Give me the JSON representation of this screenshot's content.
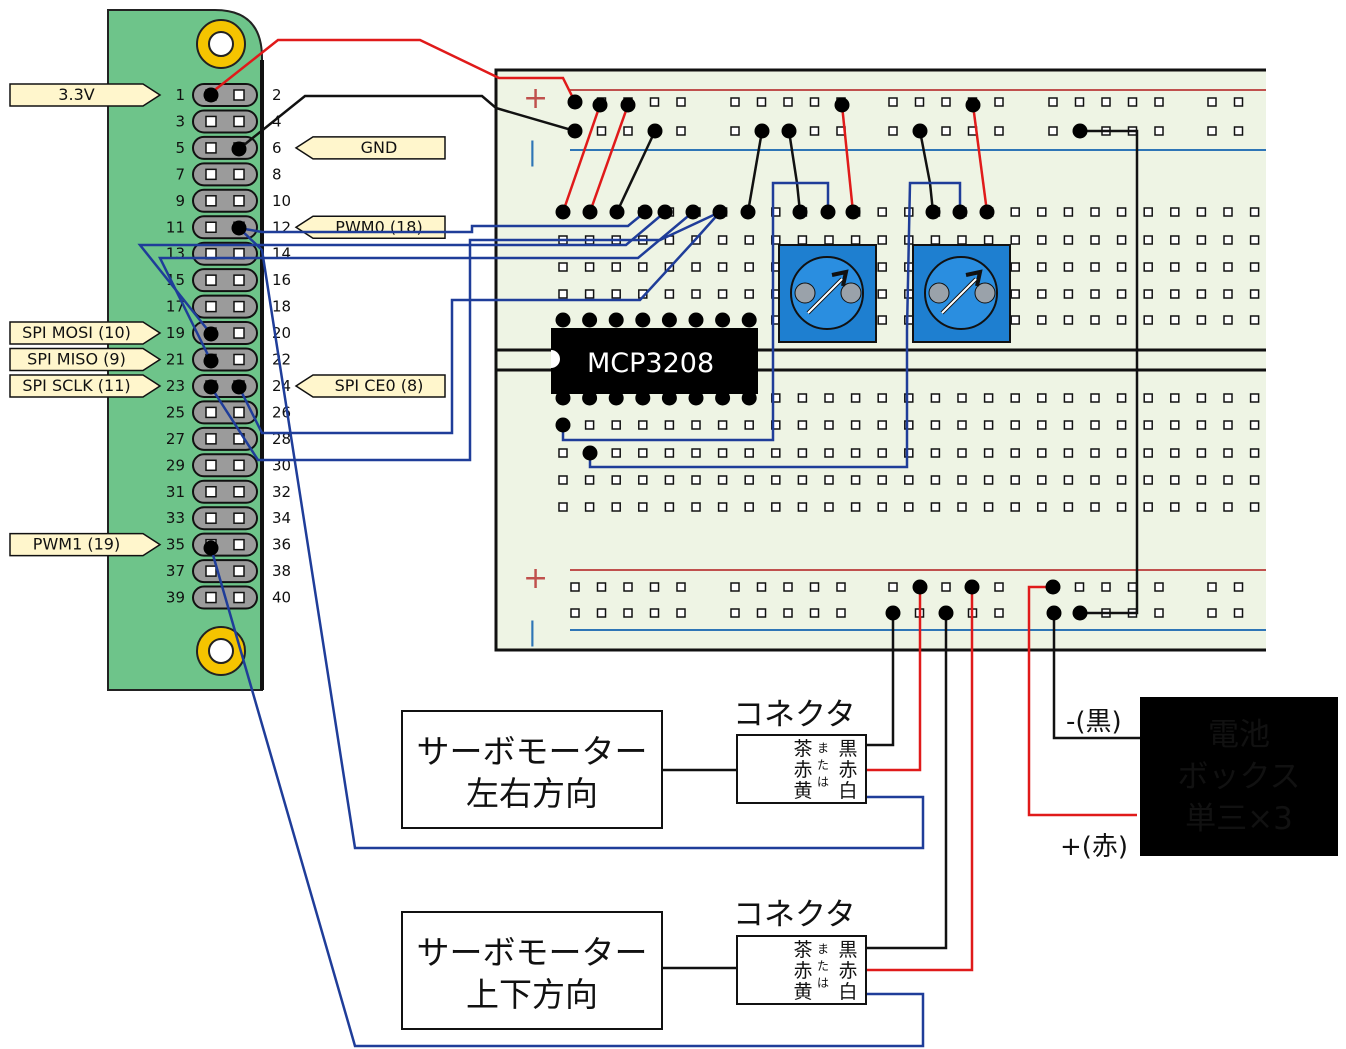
{
  "pi_header": {
    "odd_numbers": [
      "1",
      "3",
      "5",
      "7",
      "9",
      "11",
      "13",
      "15",
      "17",
      "19",
      "21",
      "23",
      "25",
      "27",
      "29",
      "31",
      "33",
      "35",
      "37",
      "39"
    ],
    "even_numbers": [
      "2",
      "4",
      "6",
      "8",
      "10",
      "12",
      "14",
      "16",
      "18",
      "20",
      "22",
      "24",
      "26",
      "28",
      "30",
      "32",
      "34",
      "36",
      "38",
      "40"
    ],
    "left_tags": [
      {
        "text": "3.3V",
        "pin": 1
      },
      {
        "text": "SPI MOSI (10)",
        "pin": 19
      },
      {
        "text": "SPI MISO (9)",
        "pin": 21
      },
      {
        "text": "SPI SCLK (11)",
        "pin": 23
      },
      {
        "text": "PWM1 (19)",
        "pin": 35
      }
    ],
    "right_tags": [
      {
        "text": "GND",
        "pin": 6
      },
      {
        "text": "PWM0 (18)",
        "pin": 12
      },
      {
        "text": "SPI CE0 (8)",
        "pin": 24
      }
    ]
  },
  "breadboard": {
    "plus_sign": "+",
    "minus_sign": "|",
    "chip_label": "MCP3208"
  },
  "servos": [
    {
      "name_line1": "サーボモーター",
      "name_line2": "左右方向",
      "connector_title": "コネクタ",
      "wires_left": [
        "茶",
        "赤",
        "黄"
      ],
      "wires_mid": [
        "ま",
        "た",
        "は"
      ],
      "wires_right": [
        "黒",
        "赤",
        "白"
      ]
    },
    {
      "name_line1": "サーボモーター",
      "name_line2": "上下方向",
      "connector_title": "コネクタ",
      "wires_left": [
        "茶",
        "赤",
        "黄"
      ],
      "wires_mid": [
        "ま",
        "た",
        "は"
      ],
      "wires_right": [
        "黒",
        "赤",
        "白"
      ]
    }
  ],
  "battery": {
    "line1": "電池",
    "line2": "ボックス",
    "line3": "単三×3",
    "neg_label": "-(黒)",
    "pos_label": "+(赤)"
  },
  "colors": {
    "pi_board": "#6ec48a",
    "breadboard": "#eef4e4",
    "rail_red": "#c0504d",
    "rail_blue": "#2e75b6",
    "wire_red": "#e01a1a",
    "wire_black": "#111111",
    "wire_blue": "#1f3d99",
    "pot": "#1e7fd0",
    "tag_fill": "#fff6cc",
    "mount_hole": "#f5c400"
  }
}
